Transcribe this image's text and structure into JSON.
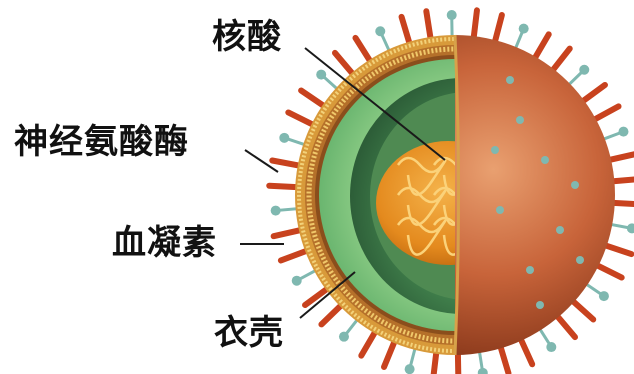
{
  "labels": {
    "nucleic_acid": "核酸",
    "neuraminidase": "神经氨酸酶",
    "hemagglutinin": "血凝素",
    "coat": "衣壳"
  },
  "colors": {
    "spike_red": "#c8421e",
    "spike_teal": "#7fb8b0",
    "outer_red": "#c5653a",
    "membrane_gold": "#e0b451",
    "capsid_green": "#8fcf8a",
    "core_orange": "#e08a26"
  }
}
